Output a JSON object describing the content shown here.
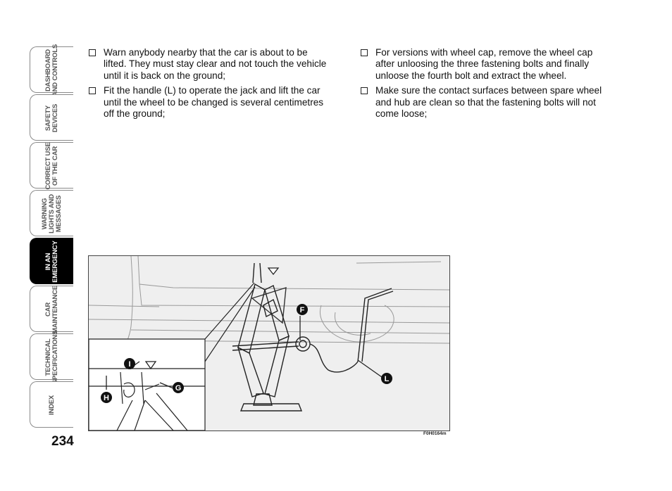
{
  "sidebar": {
    "tabs": [
      {
        "label": "DASHBOARD\nAND CONTROLS",
        "active": false
      },
      {
        "label": "SAFETY\nDEVICES",
        "active": false
      },
      {
        "label": "CORRECT USE\nOF THE CAR",
        "active": false
      },
      {
        "label": "WARNING\nLIGHTS AND\nMESSAGES",
        "active": false
      },
      {
        "label": "IN AN\nEMERGENCY",
        "active": true
      },
      {
        "label": "CAR\nMAINTENANCE",
        "active": false
      },
      {
        "label": "TECHNICAL\nSPECIFICATIONS",
        "active": false
      },
      {
        "label": "INDEX",
        "active": false
      }
    ]
  },
  "page_number": "234",
  "left_column": {
    "items": [
      "Warn anybody nearby that the car is about to be lifted. They must stay clear and not touch the vehicle until it is back on the ground;",
      "Fit the handle (L) to operate the jack and lift the car until the wheel to be changed is several centimetres off the ground;"
    ]
  },
  "right_column": {
    "items": [
      "For versions with wheel cap, remove the wheel cap after unloosing the three fastening bolts and finally unloose the fourth bolt and extract the wheel.",
      "Make sure the contact surfaces between spare wheel and hub are clean so that the fastening bolts will not come loose;"
    ]
  },
  "figure": {
    "callouts": {
      "F": "F",
      "L": "L",
      "I": "I",
      "G": "G",
      "H": "H"
    },
    "caption": "F0H0164m"
  }
}
